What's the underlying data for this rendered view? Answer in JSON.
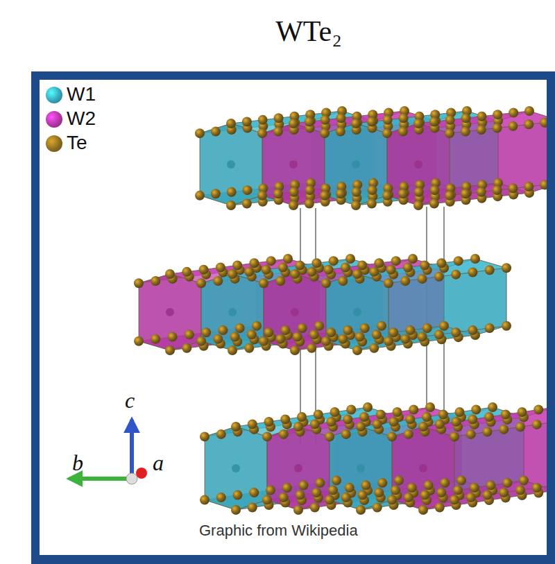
{
  "diagram": {
    "title": "WTe₂",
    "labels": [
      "c",
      "b",
      "a",
      "Graphic from Wikipedia"
    ],
    "legend": [
      {
        "text": "W1",
        "color": "#35a3b8"
      },
      {
        "text": "W2",
        "color": "#b0359f"
      },
      {
        "text": "Te",
        "color": "#8a6a1e"
      }
    ]
  }
}
